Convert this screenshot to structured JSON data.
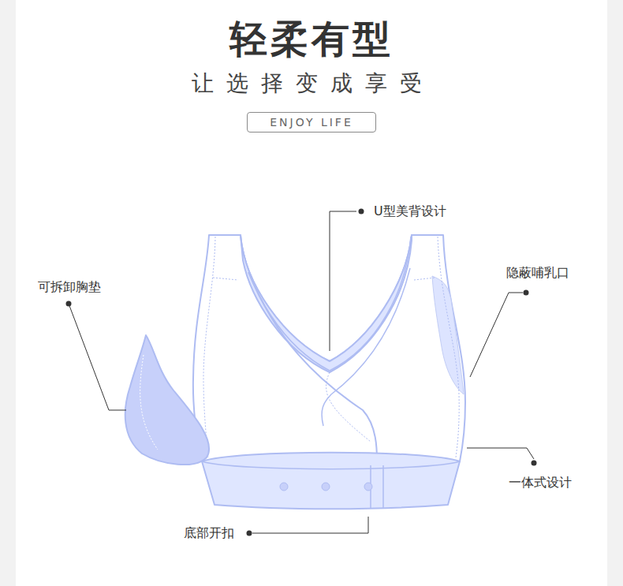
{
  "diagram": {
    "title": "轻柔有型",
    "nodes": [
      {
        "text": [
          "ENJOY LIFE"
        ]
      }
    ],
    "labels": [
      "让选择变成享受",
      "U型美背设计",
      "隐蔽哺乳口",
      "可拆卸胸垫",
      "一体式设计",
      "底部开扣"
    ]
  }
}
